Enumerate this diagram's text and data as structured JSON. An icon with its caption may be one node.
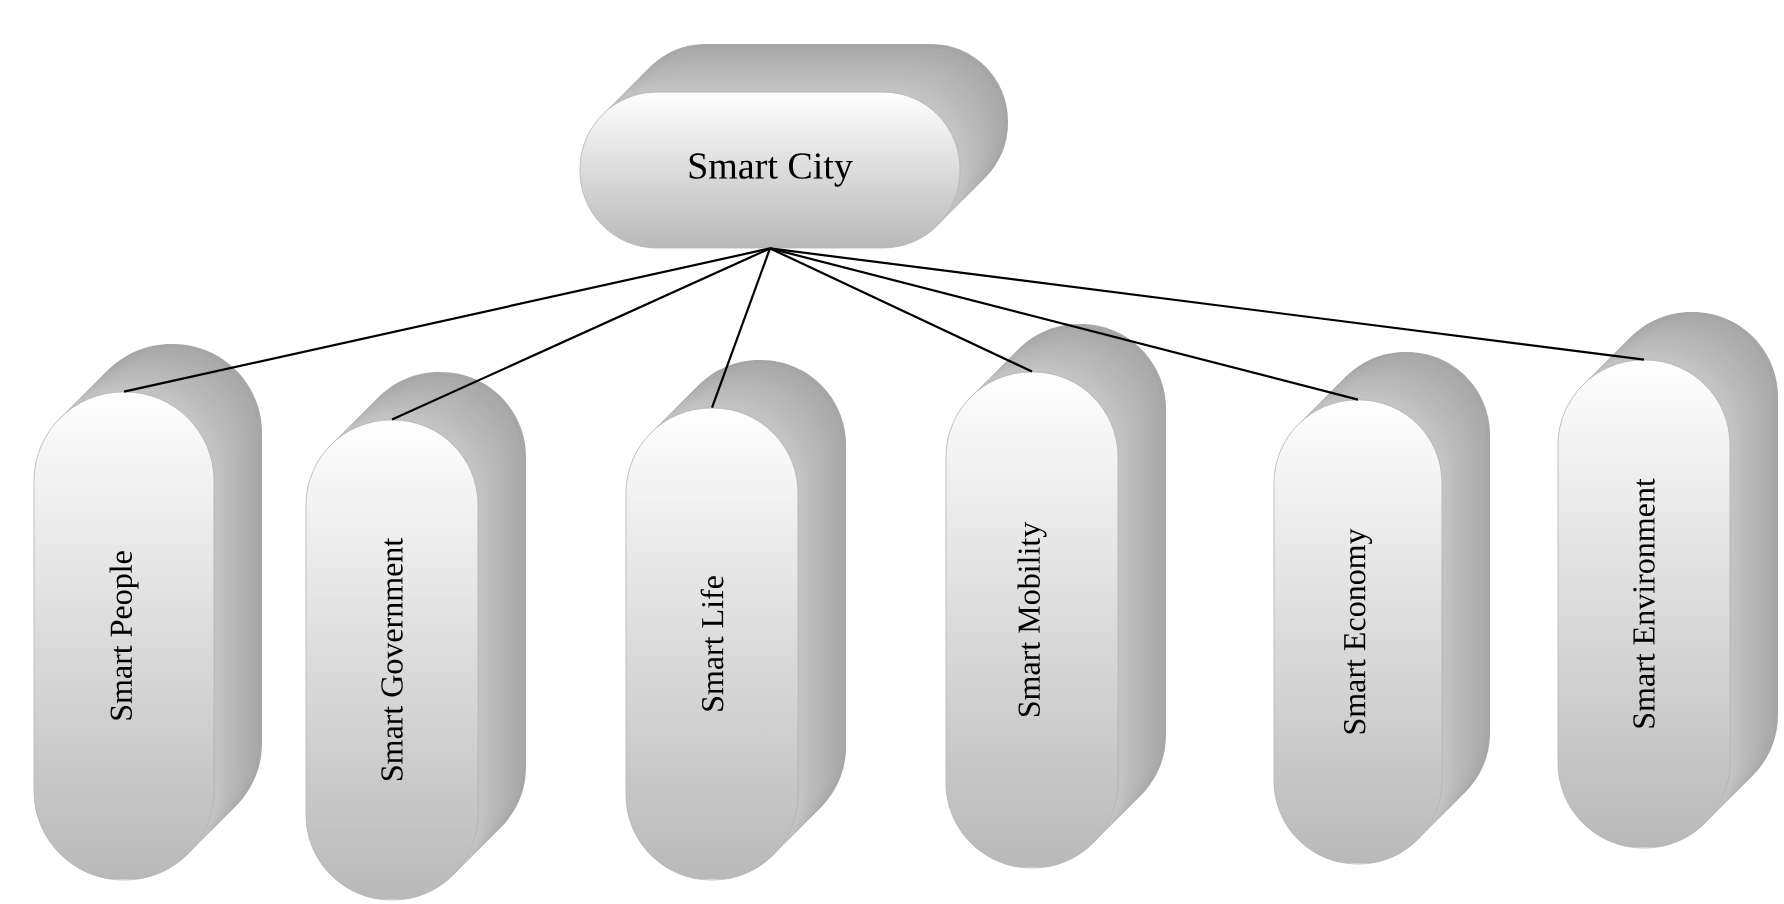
{
  "diagram": {
    "nodes": [
      {
        "text": [
          "Smart City"
        ]
      },
      {
        "text": [
          "Smart People"
        ]
      },
      {
        "text": [
          "Smart Government"
        ]
      },
      {
        "text": [
          "Smart Life"
        ]
      },
      {
        "text": [
          "Smart Mobility"
        ]
      },
      {
        "text": [
          "Smart Economy"
        ]
      },
      {
        "text": [
          "Smart Environment"
        ]
      }
    ],
    "edges": [
      {
        "from": 0,
        "to": 1,
        "arrow": "none"
      },
      {
        "from": 0,
        "to": 2,
        "arrow": "none"
      },
      {
        "from": 0,
        "to": 3,
        "arrow": "none"
      },
      {
        "from": 0,
        "to": 4,
        "arrow": "none"
      },
      {
        "from": 0,
        "to": 5,
        "arrow": "none"
      },
      {
        "from": 0,
        "to": 6,
        "arrow": "none"
      }
    ]
  }
}
